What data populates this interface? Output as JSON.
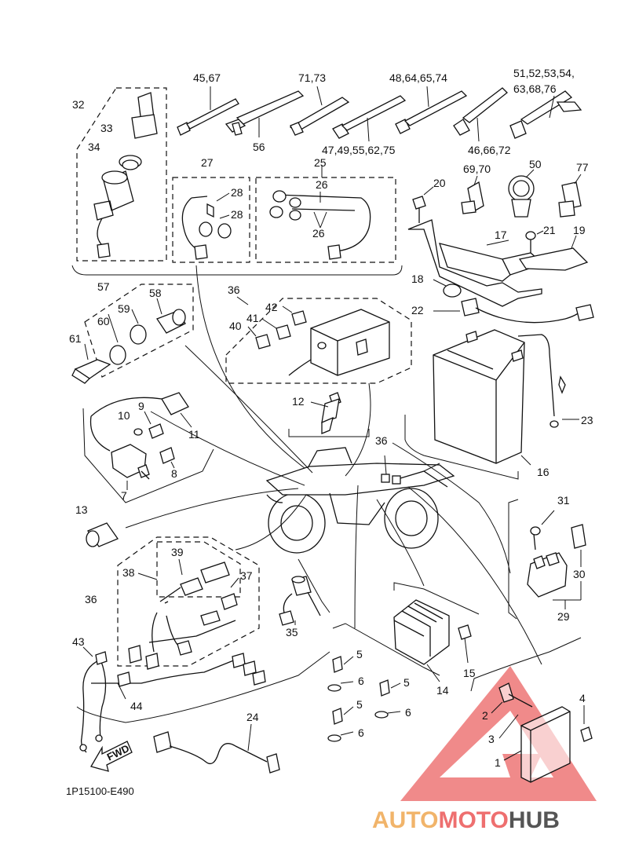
{
  "callouts": {
    "c32": "32",
    "c33": "33",
    "c34": "34",
    "c4567": "45,67",
    "c7173": "71,73",
    "c48": "48,64,65,74",
    "c51a": "51,52,53,54,",
    "c51b": "63,68,76",
    "c56": "56",
    "c47": "47,49,55,62,75",
    "c46": "46,66,72",
    "c27": "27",
    "c28a": "28",
    "c28b": "28",
    "c25": "25",
    "c26a": "26",
    "c26b": "26",
    "c20": "20",
    "c6970": "69,70",
    "c50": "50",
    "c77": "77",
    "c17": "17",
    "c21": "21",
    "c19": "19",
    "c18": "18",
    "c22": "22",
    "c57": "57",
    "c58": "58",
    "c59": "59",
    "c60": "60",
    "c61": "61",
    "c36a": "36",
    "c42": "42",
    "c41": "41",
    "c40": "40",
    "c12": "12",
    "c23": "23",
    "c16": "16",
    "c9": "9",
    "c10": "10",
    "c11": "11",
    "c8": "8",
    "c7": "7",
    "c36b": "36",
    "c13": "13",
    "c31": "31",
    "c30": "30",
    "c29": "29",
    "c39": "39",
    "c38": "38",
    "c37": "37",
    "c36c": "36",
    "c35": "35",
    "c43": "43",
    "c44": "44",
    "c24": "24",
    "c5a": "5",
    "c6a": "6",
    "c5b": "5",
    "c6b": "6",
    "c5c": "5",
    "c6c": "6",
    "c14": "14",
    "c15": "15",
    "c4": "4",
    "c2": "2",
    "c3": "3",
    "c1": "1"
  },
  "fwd_label": "FWD",
  "diagram_code": "1P15100-E490",
  "watermark": {
    "part1": "AUTO",
    "part2": "MOTO",
    "part3": "HUB",
    "color1": "#f1b46a",
    "color2": "#ee6f6f",
    "color3": "#555555"
  },
  "logo_colors": {
    "outer": "#f08a8a",
    "inner": "#ffffff"
  }
}
